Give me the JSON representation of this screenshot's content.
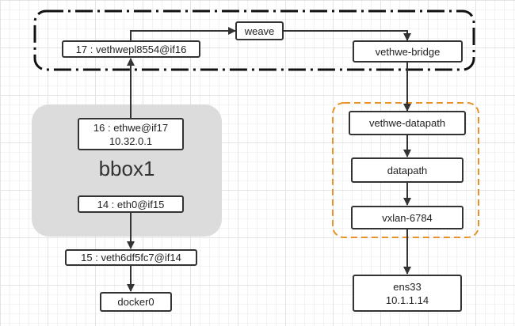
{
  "nodes": {
    "weave": "weave",
    "vethwepl": "17 : vethwepl8554@if16",
    "vethwe_bridge": "vethwe-bridge",
    "ethwe_name": "16 : ethwe@if17",
    "ethwe_ip": "10.32.0.1",
    "eth0": "14 : eth0@if15",
    "veth6df": "15 : veth6df5fc7@if14",
    "docker0": "docker0",
    "vethwe_datapath": "vethwe-datapath",
    "datapath": "datapath",
    "vxlan": "vxlan-6784",
    "ens33_name": "ens33",
    "ens33_ip": "10.1.1.14"
  },
  "namespace": {
    "label": "bbox1"
  },
  "colors": {
    "line": "#333333",
    "namespace_fill": "#dcdcdc",
    "weave_group_border": "#111111",
    "datapath_group_border": "#e8922a"
  }
}
